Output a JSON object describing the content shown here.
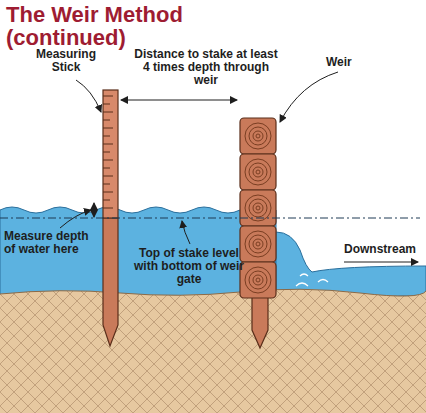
{
  "diagram": {
    "title": "The Weir Method (continued)",
    "labels": [
      "Measuring Stick",
      "Distance to stake at least 4 times depth through weir",
      "Weir",
      "Measure depth of water here",
      "Top of stake level with bottom of weir gate",
      "Downstream"
    ]
  }
}
